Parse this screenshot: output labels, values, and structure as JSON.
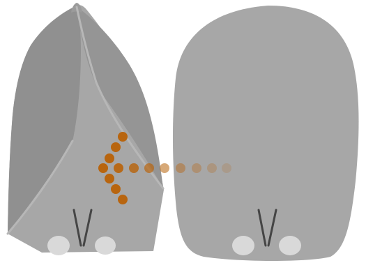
{
  "colors": {
    "background": "#ffffff",
    "shape_fill": "#a7a7a7",
    "shape_dark": "#909090",
    "shape_edge": "#b7b7b7",
    "marker_light": "#d9d9d9",
    "line_dark": "#454545",
    "arrow_color": "#b8650f"
  },
  "arrow": {
    "direction": "left",
    "fade": true
  },
  "icons": [
    "folded-shape",
    "rounded-shape",
    "dotted-arrow"
  ]
}
